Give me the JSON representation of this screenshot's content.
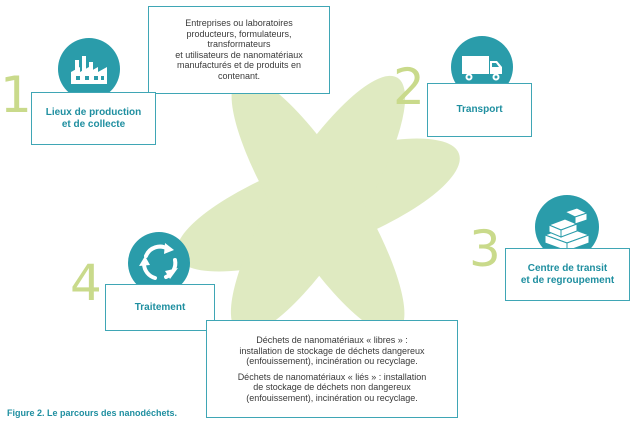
{
  "steps": [
    {
      "number": "1",
      "label": "Lieux de production\net de collecte",
      "icon": "factory-icon"
    },
    {
      "number": "2",
      "label": "Transport",
      "icon": "truck-icon"
    },
    {
      "number": "3",
      "label": "Centre de transit\net de regroupement",
      "icon": "boxes-icon"
    },
    {
      "number": "4",
      "label": "Traitement",
      "icon": "recycle-icon"
    }
  ],
  "producers_text": "Entreprises ou laboratoires\nproducteurs, formulateurs,\ntransformateurs\net utilisateurs de nanomatériaux\nmanufacturés et de produits en\ncontenant.",
  "waste_free_text": "Déchets de nanomatériaux « libres » :\ninstallation de stockage de déchets dangereux\n(enfouissement), incinération ou recyclage.",
  "waste_bound_text": "Déchets de nanomatériaux « liés » : installation\nde stockage de déchets non dangereux\n(enfouissement), incinération ou recyclage.",
  "caption": "Figure 2. Le parcours des nanodéchets.",
  "colors": {
    "teal": "#2a9caa",
    "teal_text": "#1f8fa0",
    "green_petal": "#c5da8f",
    "number_green": "#c9da8b"
  }
}
